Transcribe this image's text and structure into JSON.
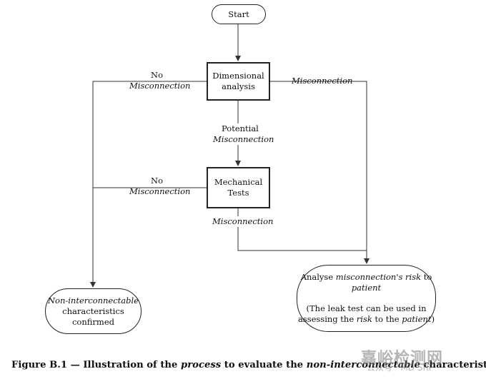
{
  "nodes": {
    "start": "Start",
    "dimensional": [
      "Dimensional",
      "analysis"
    ],
    "mechanical": [
      "Mechanical",
      "Tests"
    ],
    "confirmed": [
      "Non-interconnectable",
      "characteristics",
      "confirmed"
    ],
    "analyse_line1_a": "Analyse ",
    "analyse_line1_b": "misconnection's risk",
    "analyse_line1_c": " to",
    "analyse_line2": "patient",
    "analyse_line3": "(The leak test can be used in",
    "analyse_line4_a": "assessing the ",
    "analyse_line4_b": "risk",
    "analyse_line4_c": " to the ",
    "analyse_line4_d": "patient",
    "analyse_line4_e": ")"
  },
  "edges": {
    "no_top_1": "No",
    "no_top_2": "Misconnection",
    "misconnection_right": "Misconnection",
    "potential_1": "Potential",
    "potential_2": "Misconnection",
    "no_mid_1": "No",
    "no_mid_2": "Misconnection",
    "misconnection_bottom": "Misconnection"
  },
  "caption": {
    "part1": "Figure B.1 — Illustration of the ",
    "part2": "process",
    "part3": " to evaluate the ",
    "part4": "non-interconnectable",
    "part5": " characteristics"
  },
  "watermark": {
    "big": "嘉峪检测网",
    "small": "公众号 · MD SRF"
  },
  "colors": {
    "line": "#333333",
    "text": "#111111"
  }
}
